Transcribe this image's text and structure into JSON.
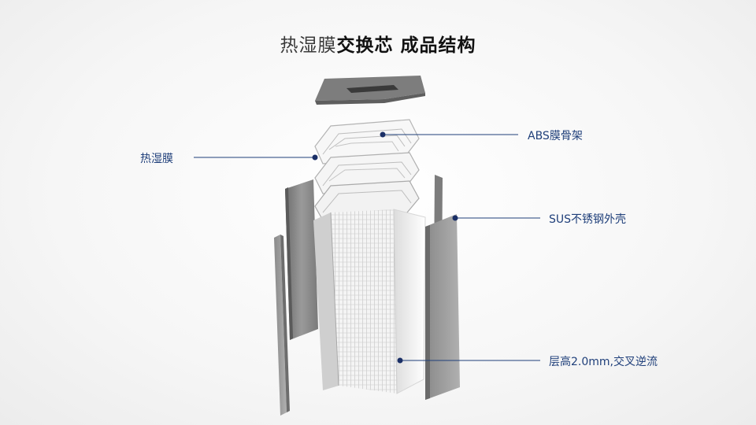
{
  "title": {
    "light": "热湿膜",
    "bold_1": "交换芯",
    "bold_2": "成品结构"
  },
  "callouts": {
    "membrane": "热湿膜",
    "abs_frame": "ABS膜骨架",
    "sus_shell": "SUS不锈钢外壳",
    "layer": "层高2.0mm,交叉逆流"
  },
  "colors": {
    "callout_line": "#1f3f7a",
    "callout_dot": "#1a2f66",
    "steel": "#8e8e8e",
    "membrane": "#ffffff"
  }
}
